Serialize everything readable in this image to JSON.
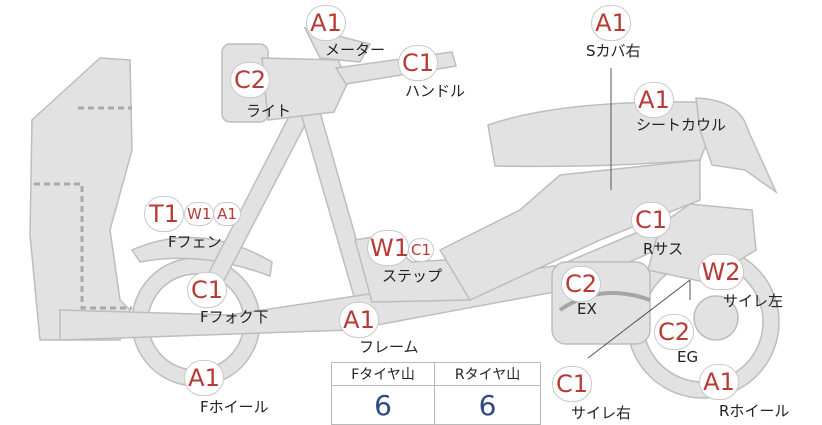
{
  "colors": {
    "part_fill": "#e2e2e2",
    "part_stroke": "#bdbdbd",
    "badge_text": "#b83a34",
    "tire_value": "#2d4a86",
    "dash": "#a8a8a8"
  },
  "parts": [
    {
      "id": "meter",
      "grade": "A1",
      "label": "メーター"
    },
    {
      "id": "handle",
      "grade": "C1",
      "label": "ハンドル"
    },
    {
      "id": "light",
      "grade": "C2",
      "label": "ライト"
    },
    {
      "id": "s_cover_r",
      "grade": "A1",
      "label": "Sカバ右"
    },
    {
      "id": "seat_cowl",
      "grade": "A1",
      "label": "シートカウル"
    },
    {
      "id": "f_fender",
      "grade": "T1",
      "grade_2": "W1",
      "grade_3": "A1",
      "label": "Fフェン"
    },
    {
      "id": "step",
      "grade": "W1",
      "grade_2": "C1",
      "label": "ステップ"
    },
    {
      "id": "r_sus",
      "grade": "C1",
      "label": "Rサス"
    },
    {
      "id": "ex",
      "grade": "C2",
      "label": "EX"
    },
    {
      "id": "muffler_l",
      "grade": "W2",
      "label": "サイレ左"
    },
    {
      "id": "f_fork",
      "grade": "C1",
      "label": "Fフォク下"
    },
    {
      "id": "frame",
      "grade": "A1",
      "label": "フレーム"
    },
    {
      "id": "eg",
      "grade": "C2",
      "label": "EG"
    },
    {
      "id": "f_wheel",
      "grade": "A1",
      "label": "Fホイール"
    },
    {
      "id": "muffler_r",
      "grade": "C1",
      "label": "サイレ右"
    },
    {
      "id": "r_wheel",
      "grade": "A1",
      "label": "Rホイール"
    }
  ],
  "tire": {
    "front_label": "Fタイヤ山",
    "rear_label": "Rタイヤ山",
    "front_value": "6",
    "rear_value": "6"
  }
}
